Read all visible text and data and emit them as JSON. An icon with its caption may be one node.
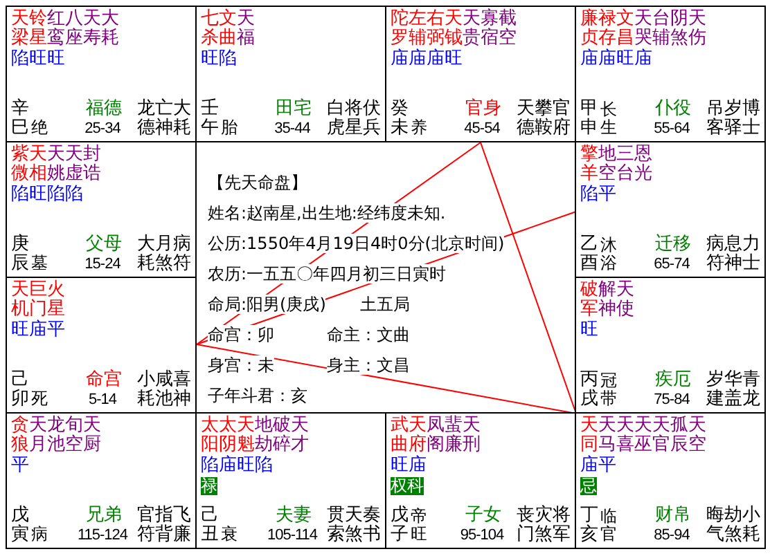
{
  "diagram": {
    "nodes": [
      {
        "text": [
          "天梁",
          "铃星",
          "红鸾",
          "八座",
          "天寿",
          "大耗",
          "陷旺旺",
          "辛巳",
          "绝",
          "福德",
          "25-34",
          "龙德",
          "亡神",
          "大耗"
        ]
      },
      {
        "text": [
          "七杀",
          "文曲",
          "天福",
          "旺陷",
          "壬午",
          "胎",
          "田宅",
          "35-44",
          "白虎",
          "将星",
          "伏兵"
        ]
      },
      {
        "text": [
          "陀罗",
          "左辅",
          "右弼",
          "天钺",
          "天贵",
          "寡宿",
          "截空",
          "庙庙庙旺",
          "癸未",
          "养",
          "官身",
          "45-54",
          "天德",
          "攀鞍",
          "官府"
        ]
      },
      {
        "text": [
          "廉贞",
          "禄存",
          "文昌",
          "天哭",
          "台辅",
          "阴煞",
          "天伤",
          "庙庙旺庙",
          "甲申",
          "长生",
          "仆役",
          "55-64",
          "吊客",
          "岁驿",
          "博士"
        ]
      },
      {
        "text": [
          "紫微",
          "天相",
          "天姚",
          "天虚",
          "封诰",
          "陷旺陷陷",
          "庚辰",
          "墓",
          "父母",
          "15-24",
          "大耗",
          "月煞",
          "病符"
        ]
      },
      {
        "text": [
          "擎羊",
          "地空",
          "三台",
          "恩光",
          "陷平",
          "乙酉",
          "沐浴",
          "迁移",
          "65-74",
          "病符",
          "息神",
          "力士"
        ]
      },
      {
        "text": [
          "天机",
          "巨门",
          "火星",
          "旺庙平",
          "己卯",
          "死",
          "命宫",
          "5-14",
          "小耗",
          "咸池",
          "喜神"
        ]
      },
      {
        "text": [
          "破军",
          "解神",
          "天使",
          "旺",
          "丙戌",
          "冠带",
          "疾厄",
          "75-84",
          "岁建",
          "华盖",
          "青龙"
        ]
      },
      {
        "text": [
          "贪狼",
          "天月",
          "龙池",
          "旬空",
          "天厨",
          "平",
          "戊寅",
          "病",
          "兄弟",
          "115-124",
          "官符",
          "指背",
          "飞廉"
        ]
      },
      {
        "text": [
          "太阳",
          "太阴",
          "天魁",
          "地劫",
          "破碎",
          "天才",
          "陷庙旺陷",
          "禄",
          "己丑",
          "衰",
          "夫妻",
          "105-114",
          "贯索",
          "天煞",
          "奏书"
        ]
      },
      {
        "text": [
          "武曲",
          "天府",
          "凤阁",
          "蜚廉",
          "天刑",
          "旺庙",
          "权科",
          "戊子",
          "帝旺",
          "子女",
          "95-104",
          "丧门",
          "灾煞",
          "将军"
        ]
      },
      {
        "text": [
          "天同",
          "天马",
          "天喜",
          "天巫",
          "天官",
          "孤辰",
          "天空",
          "庙平",
          "忌",
          "丁亥",
          "临官",
          "财帛",
          "85-94",
          "晦气",
          "劫煞",
          "小耗"
        ]
      }
    ],
    "edges": [
      {
        "from": 6,
        "to": 2,
        "arrow": "none",
        "color": "#ff0000"
      },
      {
        "from": 6,
        "to": 11,
        "arrow": "none",
        "color": "#ff0000"
      },
      {
        "from": 2,
        "to": 11,
        "arrow": "none",
        "color": "#ff0000"
      },
      {
        "from": 6,
        "to": 5,
        "arrow": "none",
        "color": "#ff0000"
      }
    ],
    "labels": [
      "【先天命盘】",
      "姓名:赵南星,出生地:经纬度未知.",
      "公历:1550年4月19日4时0分(北京时间)",
      "农历:一五五〇年四月初三日寅时",
      "命局:阳男(庚戌)",
      "土五局",
      "命宫：卯",
      "命主：文曲",
      "身宫：未",
      "身主：文昌",
      "子年斗君：亥"
    ]
  }
}
